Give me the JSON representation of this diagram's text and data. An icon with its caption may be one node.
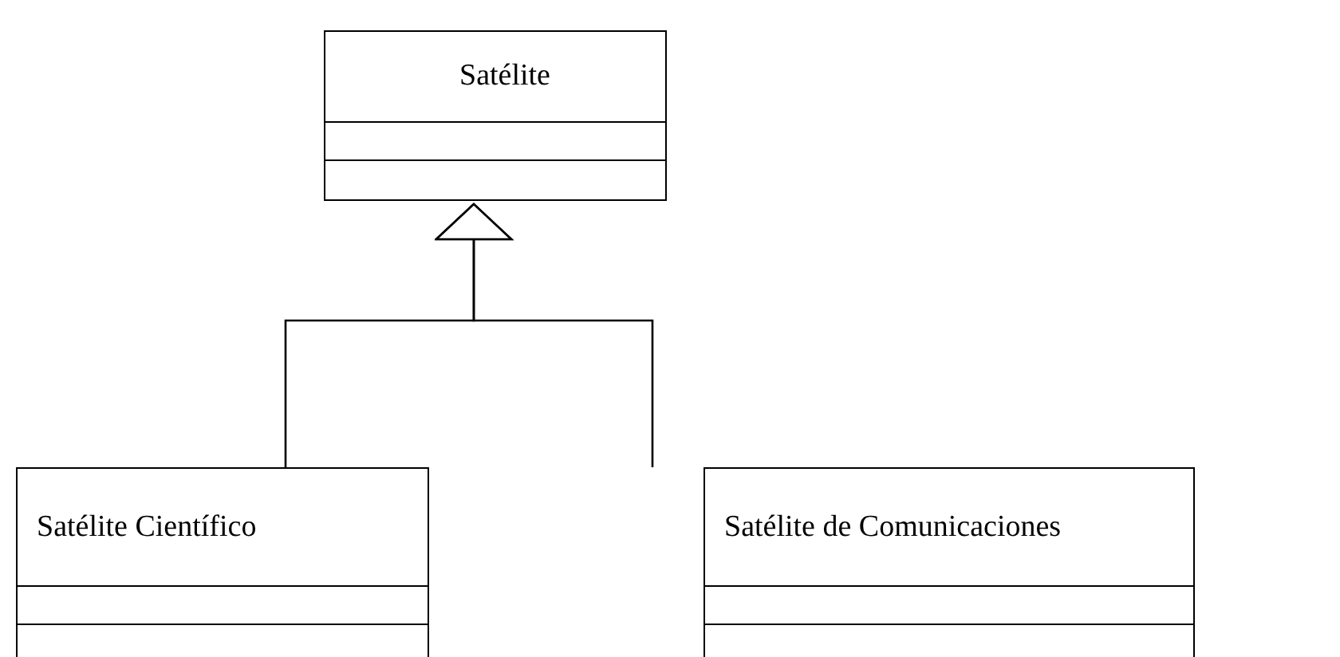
{
  "diagram": {
    "nodes": [
      {
        "text": [
          "Satélite"
        ]
      },
      {
        "text": [
          "Satélite Científico"
        ]
      },
      {
        "text": [
          "Satélite de Comunicaciones"
        ]
      }
    ],
    "edges": [
      {
        "from": 1,
        "to": 0,
        "arrow": "to"
      },
      {
        "from": 2,
        "to": 0,
        "arrow": "to"
      }
    ]
  }
}
